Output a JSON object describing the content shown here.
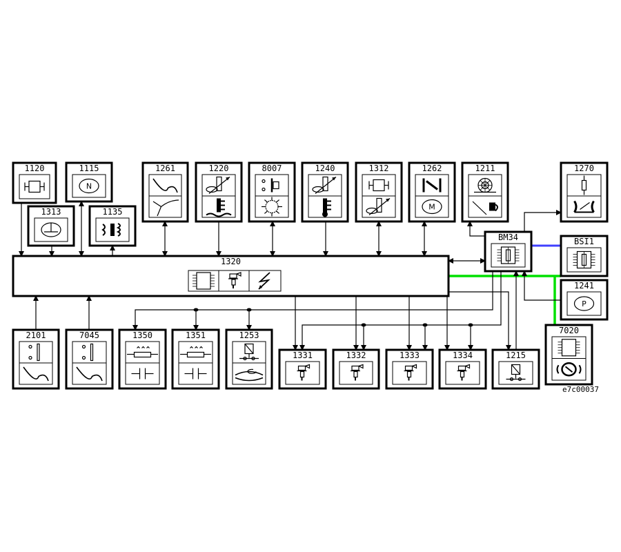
{
  "diagram": {
    "reference": "e7c00037",
    "colors": {
      "line": "#000000",
      "can_bus": "#00e000",
      "van_bus": "#4040ff"
    },
    "components": [
      {
        "id": "1120",
        "icons": [
          "knock-sensor-icon"
        ]
      },
      {
        "id": "1115",
        "icons": [
          "cam-position-sensor-icon"
        ]
      },
      {
        "id": "1313",
        "icons": [
          "engine-speed-sensor-icon"
        ]
      },
      {
        "id": "1135",
        "icons": [
          "ignition-coil-icon"
        ]
      },
      {
        "id": "1261",
        "icons": [
          "pedal-curve-icon",
          "throttle-branch-icon"
        ]
      },
      {
        "id": "1220",
        "icons": [
          "variable-resistor-icon",
          "coolant-temp-icon"
        ]
      },
      {
        "id": "8007",
        "icons": [
          "pressure-switch-icon",
          "air-conditioning-icon"
        ]
      },
      {
        "id": "1240",
        "icons": [
          "variable-resistor-icon",
          "thermometer-icon"
        ]
      },
      {
        "id": "1312",
        "icons": [
          "knock-sensor-icon",
          "variable-resistor-icon"
        ]
      },
      {
        "id": "1262",
        "icons": [
          "throttle-valve-icon",
          "motor-icon"
        ]
      },
      {
        "id": "1211",
        "icons": [
          "fuel-pump-icon",
          "fuel-gauge-icon"
        ]
      },
      {
        "id": "1270",
        "icons": [
          "resistor-icon",
          "actuator-icon"
        ]
      },
      {
        "id": "1320",
        "icons": [
          "ecu-chip-icon",
          "injector-icon",
          "ignition-spark-icon"
        ]
      },
      {
        "id": "BM34",
        "icons": [
          "relay-box-icon"
        ]
      },
      {
        "id": "BSI1",
        "icons": [
          "relay-box-icon"
        ]
      },
      {
        "id": "1241",
        "icons": [
          "pump-motor-icon"
        ]
      },
      {
        "id": "7020",
        "icons": [
          "ecu-chip-icon",
          "abs-icon"
        ]
      },
      {
        "id": "2101",
        "icons": [
          "switch-contact-icon",
          "pedal-curve-icon"
        ]
      },
      {
        "id": "7045",
        "icons": [
          "switch-contact-icon",
          "pedal-curve-icon"
        ]
      },
      {
        "id": "1350",
        "icons": [
          "heater-resistor-icon",
          "capacitor-icon"
        ]
      },
      {
        "id": "1351",
        "icons": [
          "heater-resistor-icon",
          "capacitor-icon"
        ]
      },
      {
        "id": "1253",
        "icons": [
          "solenoid-valve-icon",
          "air-flow-icon"
        ]
      },
      {
        "id": "1331",
        "icons": [
          "injector-icon"
        ]
      },
      {
        "id": "1332",
        "icons": [
          "injector-icon"
        ]
      },
      {
        "id": "1333",
        "icons": [
          "injector-icon"
        ]
      },
      {
        "id": "1334",
        "icons": [
          "injector-icon"
        ]
      },
      {
        "id": "1215",
        "icons": [
          "solenoid-valve-icon"
        ]
      }
    ]
  }
}
